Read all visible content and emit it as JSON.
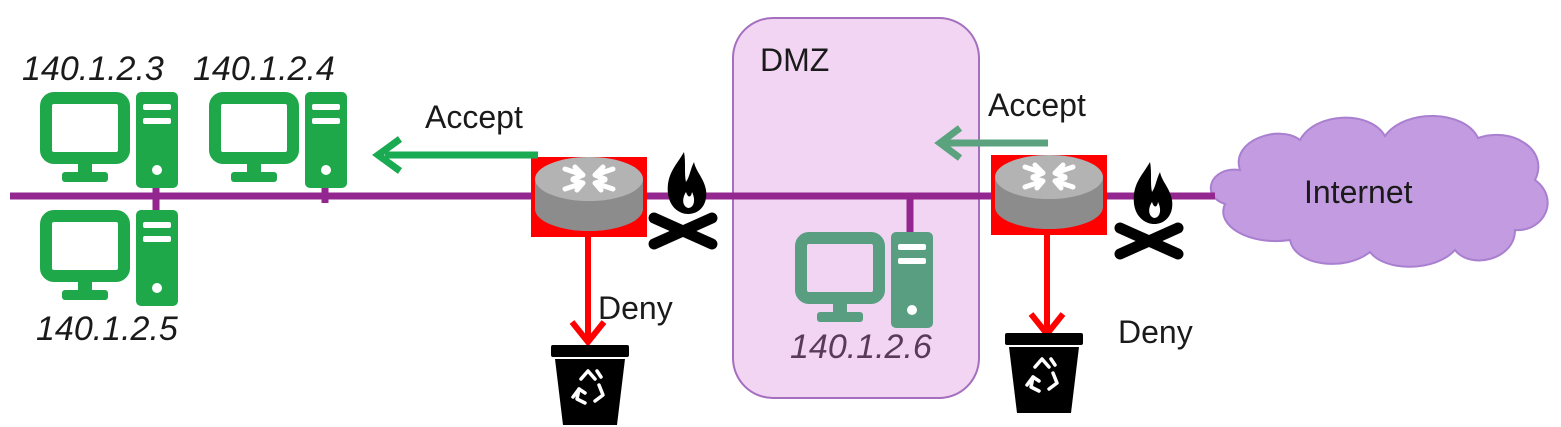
{
  "hosts": {
    "host_a": "140.1.2.3",
    "host_b": "140.1.2.4",
    "host_c": "140.1.2.5",
    "dmz_host": "140.1.2.6"
  },
  "zones": {
    "dmz_label": "DMZ",
    "internet_label": "Internet"
  },
  "flows": {
    "inner_accept": "Accept",
    "inner_deny": "Deny",
    "outer_accept": "Accept",
    "outer_deny": "Deny"
  },
  "colors": {
    "network_line": "#93278f",
    "lan_computer": "#1ea84a",
    "dmz_computer": "#5a9e82",
    "accept_arrow": "#1aaa52",
    "accept_arrow_dmz": "#5aa37e",
    "deny_arrow": "#ff0000",
    "dmz_fill": "#f2d5f2",
    "dmz_border": "#a56fc0",
    "cloud_fill": "#c39be0",
    "router_body": "#a6a6a6",
    "router_highlight": "#ff0000"
  },
  "icons": [
    "computer-icon",
    "router-icon",
    "firewall-icon",
    "trash-bin-icon",
    "cloud-icon"
  ]
}
